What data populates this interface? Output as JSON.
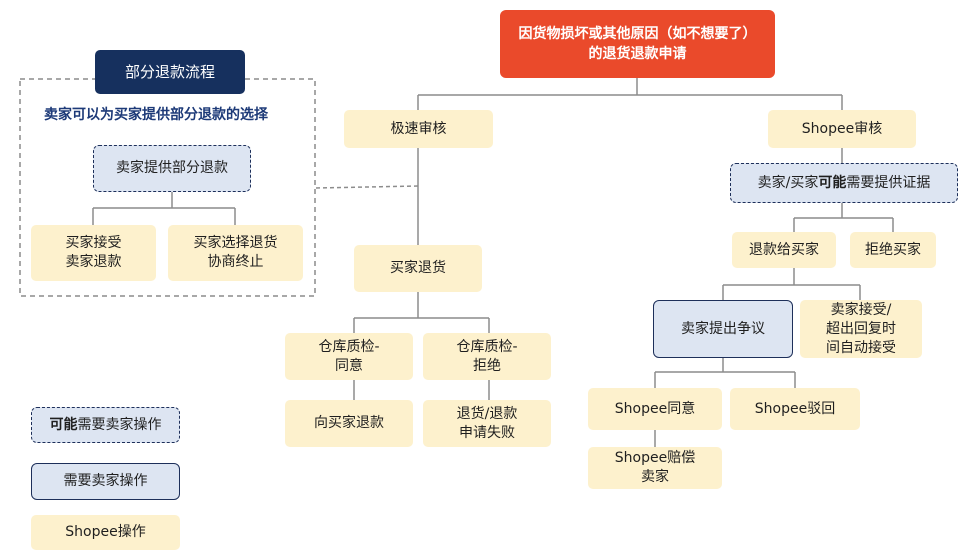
{
  "root": {
    "title": "因货物损坏或其他原因（如不想要了）的退货退款申请"
  },
  "partial_refund": {
    "title": "部分退款流程",
    "note": "卖家可以为买家提供部分退款的选择",
    "seller_offer": "卖家提供部分退款",
    "buyer_accept": "买家接受\n卖家退款",
    "buyer_choose": "买家选择退货\n协商终止"
  },
  "fast_review": {
    "title": "极速审核",
    "buyer_return": "买家退货",
    "warehouse_ok": "仓库质检-\n同意",
    "warehouse_reject": "仓库质检-\n拒绝",
    "refund_buyer": "向买家退款",
    "refund_fail": "退货/退款\n申请失败"
  },
  "shopee_review": {
    "title": "Shopee审核",
    "evidence_prefix": "卖家/买家",
    "evidence_bold": "可能",
    "evidence_suffix": "需要提供证据",
    "refund_buyer": "退款给买家",
    "reject_buyer": "拒绝买家",
    "seller_dispute": "卖家提出争议",
    "seller_accept": "卖家接受/\n超出回复时\n间自动接受",
    "shopee_agree": "Shopee同意",
    "shopee_reject": "Shopee驳回",
    "shopee_compensate": "Shopee赔偿\n卖家"
  },
  "legend": {
    "maybe_bold": "可能",
    "maybe_suffix": "需要卖家操作",
    "seller_action": "需要卖家操作",
    "shopee_action": "Shopee操作"
  },
  "colors": {
    "red": "#ea4a2b",
    "navy": "#16305e",
    "shopee_fill": "#fdf1cd",
    "seller_fill": "#dde5f2",
    "line": "#8c8c8c"
  }
}
